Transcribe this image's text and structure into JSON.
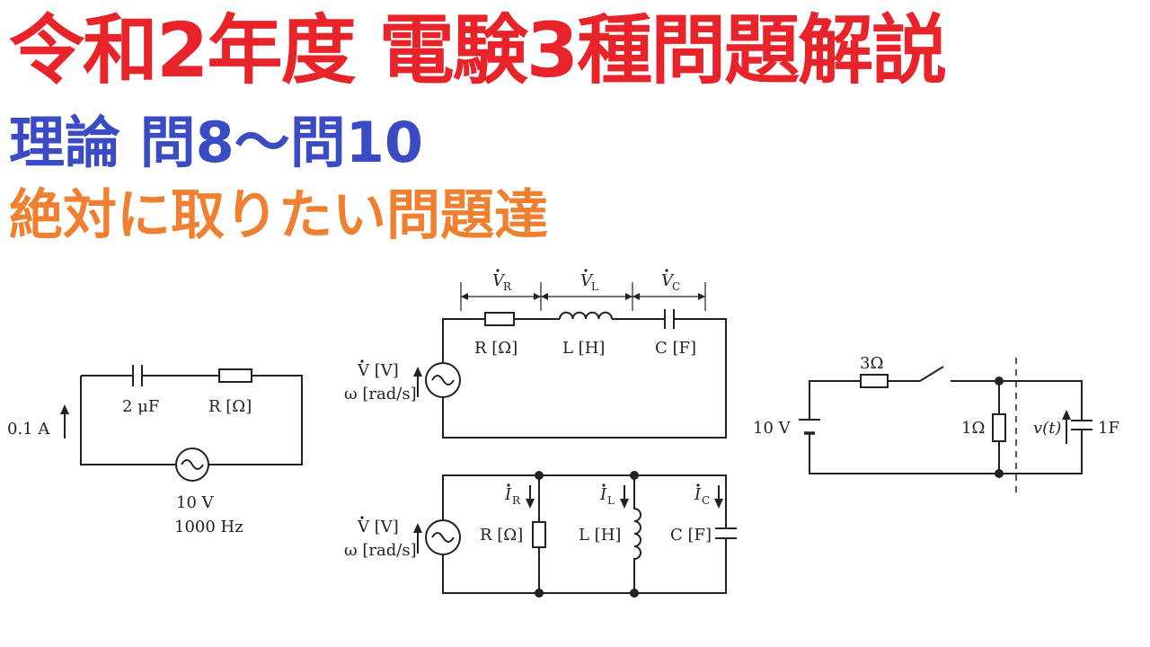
{
  "colors": {
    "title_main": "#e8242a",
    "title_sub": "#3a4bc4",
    "title_tag": "#f08030"
  },
  "titles": {
    "main": "令和2年度 電験3種問題解説",
    "sub": "理論 問8〜問10",
    "tag": "絶対に取りたい問題達"
  },
  "circuit1": {
    "current": "0.1 A",
    "capacitor": "2 μF",
    "resistor": "R [Ω]",
    "source_voltage": "10 V",
    "source_frequency": "1000 Hz"
  },
  "circuit2_series": {
    "v_r": "V",
    "v_r_sub": "R",
    "v_l": "V",
    "v_l_sub": "L",
    "v_c": "V",
    "v_c_sub": "C",
    "resistor": "R [Ω]",
    "inductor": "L [H]",
    "capacitor": "C [F]",
    "source_v": "V [V]",
    "source_w": "ω [rad/s]"
  },
  "circuit3_parallel": {
    "i_r": "I",
    "i_r_sub": "R",
    "i_l": "I",
    "i_l_sub": "L",
    "i_c": "I",
    "i_c_sub": "C",
    "resistor": "R [Ω]",
    "inductor": "L [H]",
    "capacitor": "C [F]",
    "source_v": "V [V]",
    "source_w": "ω [rad/s]"
  },
  "circuit4_transient": {
    "resistor_series": "3Ω",
    "battery": "10 V",
    "resistor_shunt": "1Ω",
    "capacitor_voltage": "v(t)",
    "capacitor": "1F"
  }
}
